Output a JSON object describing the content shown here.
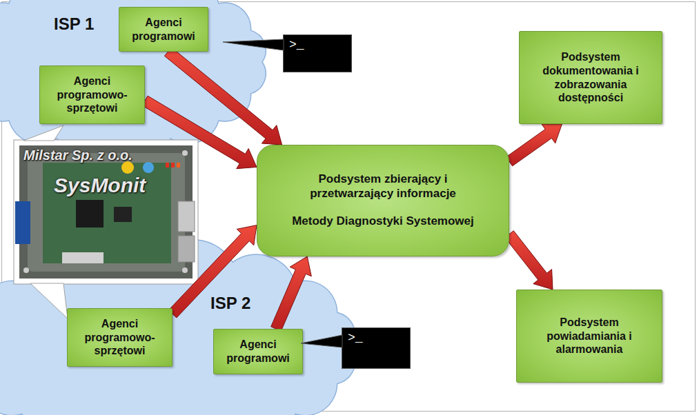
{
  "diagram": {
    "nodes": [
      {
        "text": [
          "ISP 1"
        ]
      },
      {
        "text": [
          "Agenci programowo- sprzętowi"
        ],
        "in": 0
      },
      {
        "text": [
          "Agenci programowi"
        ],
        "in": 0
      },
      {
        "text": [
          ">_"
        ]
      },
      {
        "text": [
          "Podsystem zbierający i przetwarzający informacje",
          "Metody Diagnostyki Systemowej"
        ]
      },
      {
        "text": [
          "Podsystem dokumentowania i zobrazowania dostępności"
        ]
      },
      {
        "text": [
          "Podsystem powiadamiania i alarmowania"
        ]
      },
      {
        "text": [
          "ISP 2"
        ]
      },
      {
        "text": [
          "Agenci programowo- sprzętowi"
        ],
        "in": 7
      },
      {
        "text": [
          "Agenci programowi"
        ],
        "in": 7
      },
      {
        "text": [
          ">_"
        ]
      }
    ],
    "edges": [
      {
        "from": 1,
        "to": 4,
        "arrow": "to"
      },
      {
        "from": 2,
        "to": 4,
        "arrow": "to"
      },
      {
        "from": 8,
        "to": 4,
        "arrow": "to"
      },
      {
        "from": 9,
        "to": 4,
        "arrow": "to"
      },
      {
        "from": 4,
        "to": 5,
        "arrow": "to"
      },
      {
        "from": 4,
        "to": 6,
        "arrow": "to"
      }
    ],
    "labels": [
      "Milstar Sp. z o.o.",
      "SysMonit"
    ]
  }
}
